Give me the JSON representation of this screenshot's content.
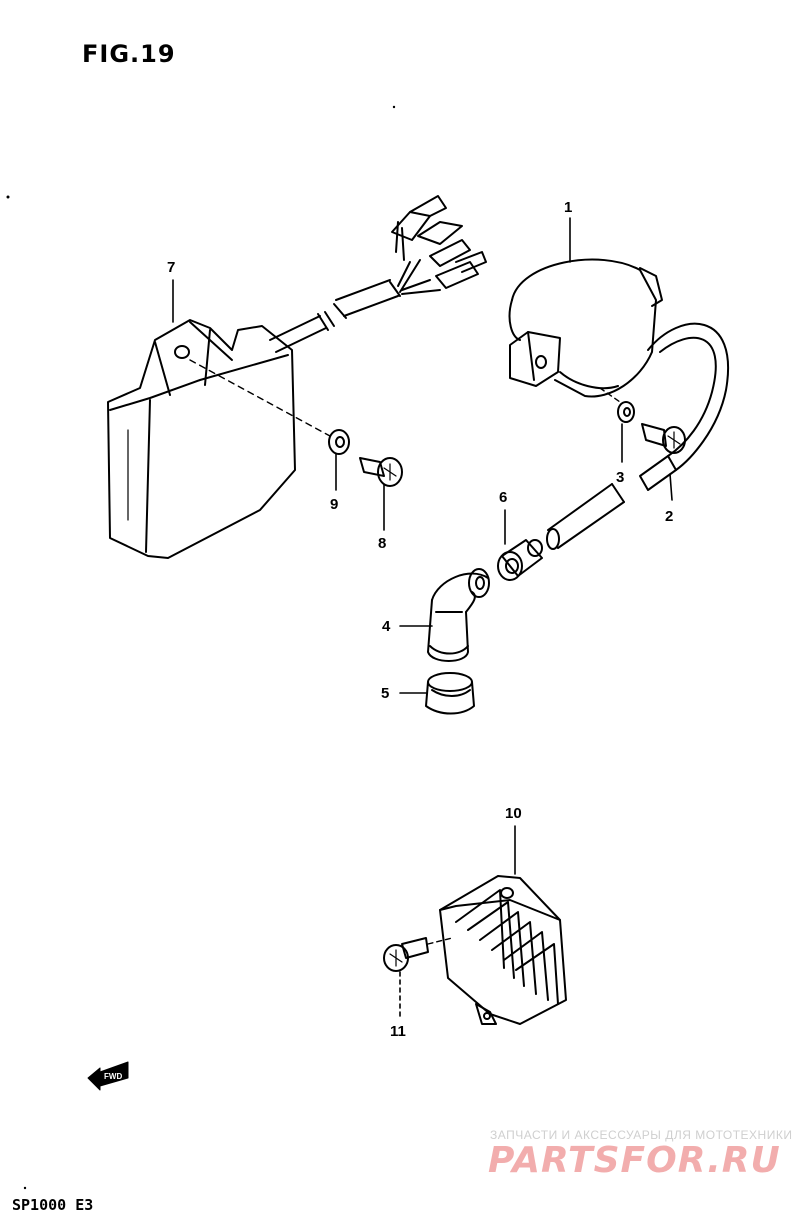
{
  "figure_title": "FIG.19",
  "model_code": "SP1000 E3",
  "watermark": {
    "subtitle": "ЗАПЧАСТИ И АКСЕССУАРЫ ДЛЯ МОТОТЕХНИКИ",
    "brand": "PARTSFOR.RU"
  },
  "front_arrow_text": "FWD",
  "callouts": [
    "1",
    "2",
    "3",
    "4",
    "5",
    "6",
    "7",
    "8",
    "9",
    "10",
    "11"
  ]
}
